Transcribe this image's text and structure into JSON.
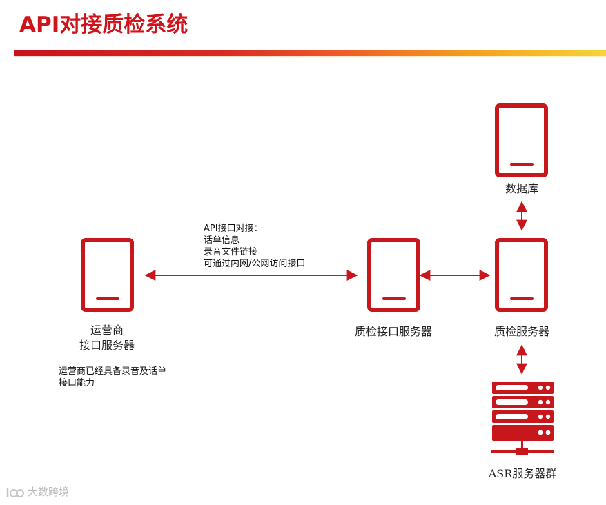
{
  "header": {
    "title": "API对接质检系统"
  },
  "nodes": {
    "carrier": {
      "line1": "运营商",
      "line2": "接口服务器"
    },
    "qc_interface": {
      "label": "质检接口服务器"
    },
    "qc_server": {
      "label": "质检服务器"
    },
    "database": {
      "label": "数据库"
    },
    "asr": {
      "label": "ASR服务器群"
    }
  },
  "api_note": {
    "lines": [
      "API接口对接：",
      "话单信息",
      "录音文件链接",
      "可通过内网/公网访问接口"
    ]
  },
  "carrier_note": {
    "lines": [
      "运营商已经具备录音及话单",
      "接口能力"
    ]
  },
  "watermark": {
    "text": "大数跨境"
  },
  "colors": {
    "accent": "#c8161d",
    "title": "#d0141c"
  }
}
